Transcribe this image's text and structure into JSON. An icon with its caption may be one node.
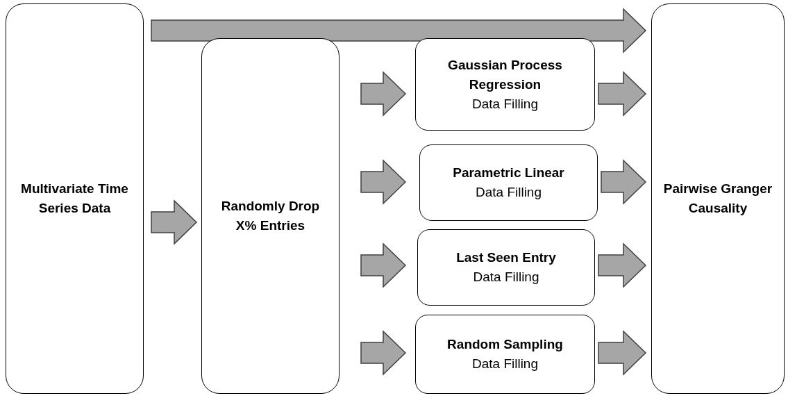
{
  "diagram": {
    "nodes": [
      {
        "text": [
          "Multivariate Time Series Data"
        ]
      },
      {
        "text": [
          "Randomly Drop X% Entries"
        ]
      },
      {
        "text": [
          "Gaussian Process Regression",
          "Data Filling"
        ]
      },
      {
        "text": [
          "Parametric Linear",
          "Data Filling"
        ]
      },
      {
        "text": [
          "Last Seen Entry",
          "Data Filling"
        ]
      },
      {
        "text": [
          "Random Sampling",
          "Data Filling"
        ]
      },
      {
        "text": [
          "Pairwise Granger Causality"
        ]
      }
    ],
    "edges": [
      {
        "from": 0,
        "to": 6,
        "arrow": "to"
      },
      {
        "from": 0,
        "to": 1,
        "arrow": "to"
      },
      {
        "from": 1,
        "to": 2,
        "arrow": "to"
      },
      {
        "from": 1,
        "to": 3,
        "arrow": "to"
      },
      {
        "from": 1,
        "to": 4,
        "arrow": "to"
      },
      {
        "from": 1,
        "to": 5,
        "arrow": "to"
      },
      {
        "from": 2,
        "to": 6,
        "arrow": "to"
      },
      {
        "from": 3,
        "to": 6,
        "arrow": "to"
      },
      {
        "from": 4,
        "to": 6,
        "arrow": "to"
      },
      {
        "from": 5,
        "to": 6,
        "arrow": "to"
      }
    ]
  }
}
